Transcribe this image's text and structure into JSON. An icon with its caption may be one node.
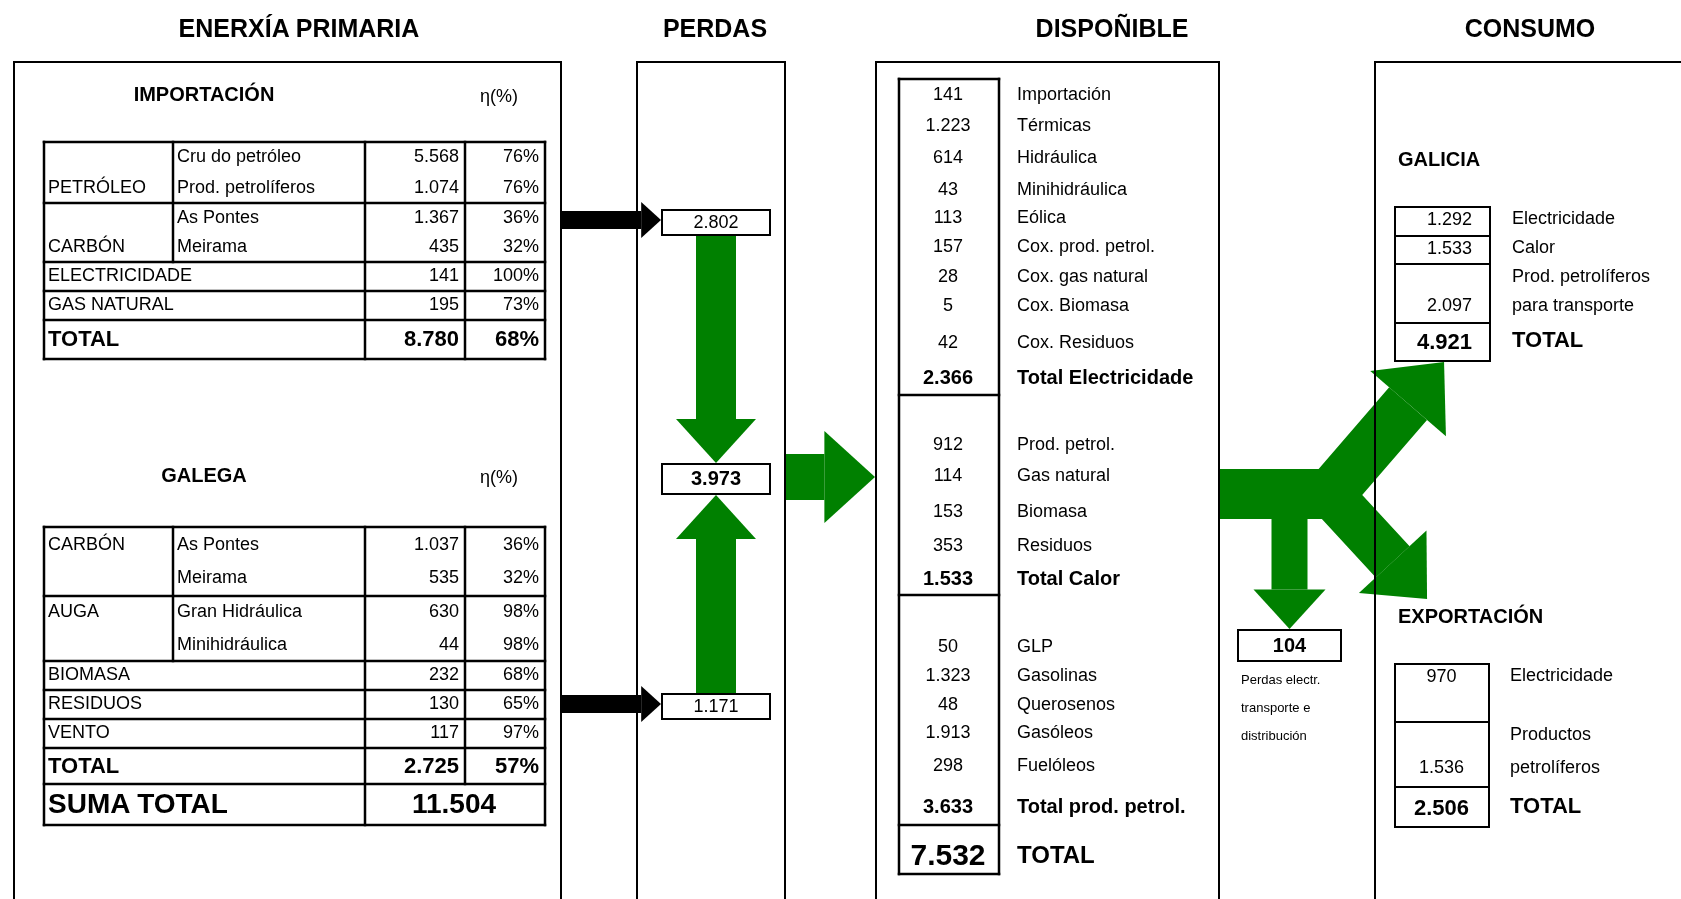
{
  "diagram": {
    "nodes": [
      {
        "text": [
          "ENERXÍA PRIMARIA"
        ]
      },
      {
        "text": [
          "PERDAS"
        ]
      },
      {
        "text": [
          "2.802"
        ],
        "in": 1
      },
      {
        "text": [
          "3.973"
        ],
        "in": 1
      },
      {
        "text": [
          "1.171"
        ],
        "in": 1
      },
      {
        "text": [
          "DISPOÑIBLE"
        ]
      },
      {
        "text": [
          "CONSUMO"
        ]
      },
      {
        "text": [
          "104"
        ],
        "beside": [
          "Perdas electr. transporte e distribución"
        ]
      },
      {
        "text": [
          "GALICIA",
          "1.292",
          "1.533",
          "2.097",
          "4.921"
        ],
        "in": 6,
        "beside": [
          "Electricidade",
          "Calor",
          "Prod. petrolíferos para transporte",
          "TOTAL"
        ]
      },
      {
        "text": [
          "EXPORTACIÓN",
          "970",
          "1.536",
          "2.506"
        ],
        "in": 6,
        "beside": [
          "Electricidade",
          "Productos petrolíferos",
          "TOTAL"
        ]
      }
    ],
    "edges": [
      {
        "from": 0,
        "to": 2,
        "arrow": "to",
        "color": "#000000"
      },
      {
        "from": 0,
        "to": 4,
        "arrow": "to",
        "color": "#000000"
      },
      {
        "from": 2,
        "to": 3,
        "arrow": "to"
      },
      {
        "from": 4,
        "to": 3,
        "arrow": "to"
      },
      {
        "from": 1,
        "to": 5,
        "arrow": "to"
      },
      {
        "from": 5,
        "to": 8,
        "arrow": "to"
      },
      {
        "from": 5,
        "to": 9,
        "arrow": "to"
      },
      {
        "from": 5,
        "to": 7,
        "arrow": "to"
      }
    ],
    "labels": [
      "IMPORTACIÓN",
      "η(%)",
      "PETRÓLEO",
      "Cru do petróleo",
      "5.568",
      "76%",
      "Prod. petrolíferos",
      "1.074",
      "76%",
      "CARBÓN",
      "As Pontes",
      "1.367",
      "36%",
      "Meirama",
      "435",
      "32%",
      "ELECTRICIDADE",
      "141",
      "100%",
      "GAS NATURAL",
      "195",
      "73%",
      "TOTAL",
      "8.780",
      "68%",
      "GALEGA",
      "η(%)",
      "CARBÓN",
      "As Pontes",
      "1.037",
      "36%",
      "Meirama",
      "535",
      "32%",
      "AUGA",
      "Gran Hidráulica",
      "630",
      "98%",
      "Minihidráulica",
      "44",
      "98%",
      "BIOMASA",
      "232",
      "68%",
      "RESIDUOS",
      "130",
      "65%",
      "VENTO",
      "117",
      "97%",
      "TOTAL",
      "2.725",
      "57%",
      "SUMA TOTAL",
      "11.504",
      "141",
      "Importación",
      "1.223",
      "Térmicas",
      "614",
      "Hidráulica",
      "43",
      "Minihidráulica",
      "113",
      "Eólica",
      "157",
      "Cox. prod. petrol.",
      "28",
      "Cox. gas natural",
      "5",
      "Cox. Biomasa",
      "42",
      "Cox. Residuos",
      "2.366",
      "Total Electricidade",
      "912",
      "Prod. petrol.",
      "114",
      "Gas natural",
      "153",
      "Biomasa",
      "353",
      "Residuos",
      "1.533",
      "Total Calor",
      "50",
      "GLP",
      "1.323",
      "Gasolinas",
      "48",
      "Querosenos",
      "1.913",
      "Gasóleos",
      "298",
      "Fuelóleos",
      "3.633",
      "Total prod. petrol.",
      "7.532",
      "TOTAL"
    ]
  }
}
